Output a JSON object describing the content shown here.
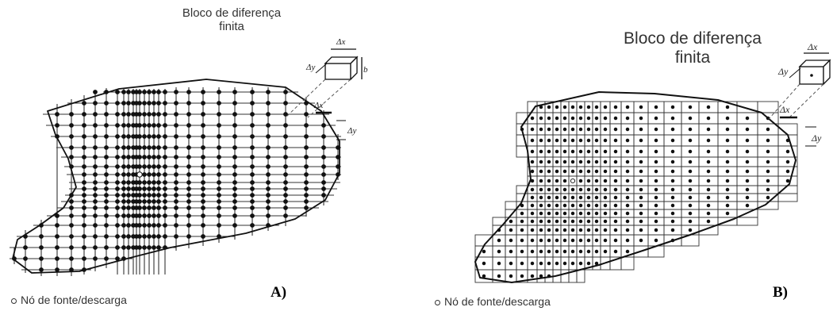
{
  "panel_a": {
    "title_line1": "Bloco de diferença",
    "title_line2": "finita",
    "letter": "A)",
    "legend": "Nó de fonte/descarga",
    "dims": {
      "dx": "Δx",
      "dy": "Δy",
      "dz": "b"
    }
  },
  "panel_b": {
    "title_line1": "Bloco de diferença",
    "title_line2": "finita",
    "letter": "B)",
    "legend": "Nó de fonte/descarga",
    "dims": {
      "dx": "Δx",
      "dy": "Δy"
    }
  }
}
